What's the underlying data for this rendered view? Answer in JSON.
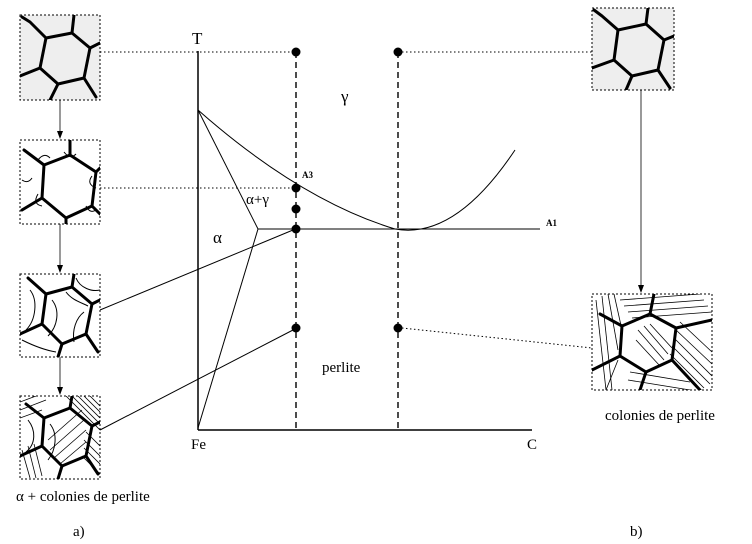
{
  "diagram": {
    "temperature_label": "T",
    "fe_label": "Fe",
    "c_label": "C",
    "gamma_label": "γ",
    "alpha_label": "α",
    "alpha_gamma_label": "α+γ",
    "a3_label": "A3",
    "a1_label": "A1",
    "perlite_label": "perlite"
  },
  "panel_a": {
    "caption": "α + colonies de perlite",
    "tag": "a)"
  },
  "panel_b": {
    "caption": "colonies de perlite",
    "tag": "b)"
  }
}
